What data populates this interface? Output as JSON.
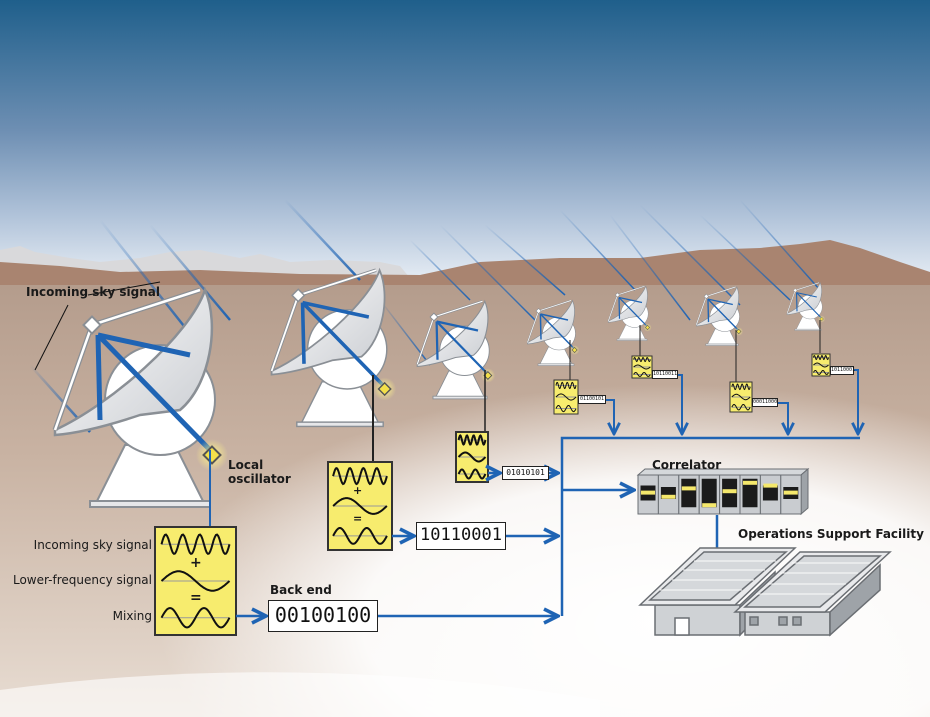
{
  "diagram": {
    "title": "Radio telescope array signal path",
    "labels": {
      "incoming_sky_signal": "Incoming sky signal",
      "local_oscillator": "Local oscillator",
      "back_end": "Back end",
      "correlator": "Correlator",
      "operations_support_facility": "Operations Support Facility"
    },
    "mixer_legend": {
      "incoming": "Incoming sky signal",
      "lower_frequency": "Lower-frequency signal",
      "mixing": "Mixing",
      "plus": "+",
      "equals": "="
    },
    "digital_outputs": [
      {
        "antenna": 1,
        "value": "00100100"
      },
      {
        "antenna": 2,
        "value": "10110001"
      },
      {
        "antenna": 3,
        "value": "01010101"
      },
      {
        "antenna": 4,
        "value": "01100101"
      },
      {
        "antenna": 5,
        "value": "10110011"
      },
      {
        "antenna": 6,
        "value": "00011000"
      },
      {
        "antenna": 7,
        "value": "10110001"
      }
    ],
    "colors": {
      "signal_blue": "#1f64b4",
      "mixer_yellow": "#f7ec6e",
      "sky_top": "#1f5f8b",
      "ground": "#bfa595"
    }
  }
}
